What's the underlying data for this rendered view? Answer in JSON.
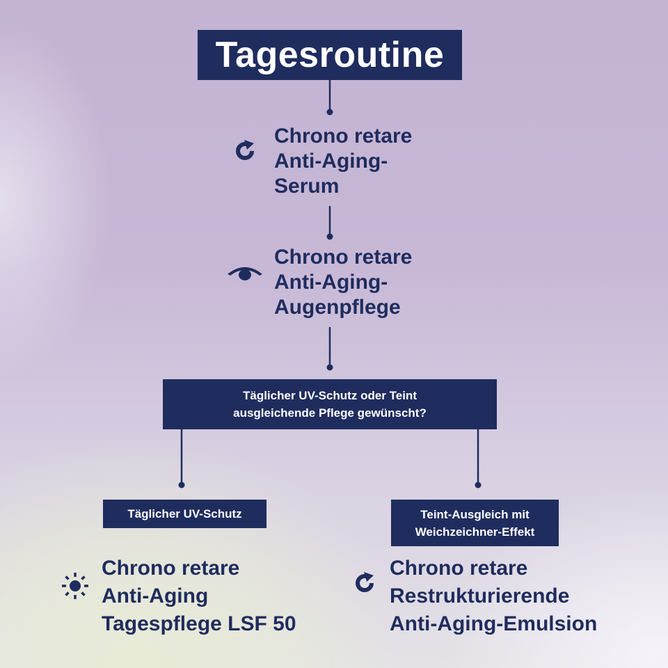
{
  "title": "Tagesroutine",
  "steps": [
    {
      "icon": "refresh-icon",
      "label": "Chrono retare\nAnti-Aging-\nSerum"
    },
    {
      "icon": "eye-icon",
      "label": "Chrono retare\nAnti-Aging-\nAugenpflege"
    }
  ],
  "question": "Täglicher UV-Schutz oder Teint\nausgleichende Pflege gewünscht?",
  "options": [
    {
      "label": "Täglicher UV-Schutz",
      "icon": "sun-icon",
      "product": "Chrono retare\nAnti-Aging\nTagespflege LSF 50"
    },
    {
      "label": "Teint-Ausgleich mit\nWeichzeichner-Effekt",
      "icon": "refresh-icon",
      "product": "Chrono retare\nRestrukturierende\nAnti-Aging-Emulsion"
    }
  ],
  "colors": {
    "navy": "#1f2c5e",
    "text_on_navy": "#ffffff"
  }
}
